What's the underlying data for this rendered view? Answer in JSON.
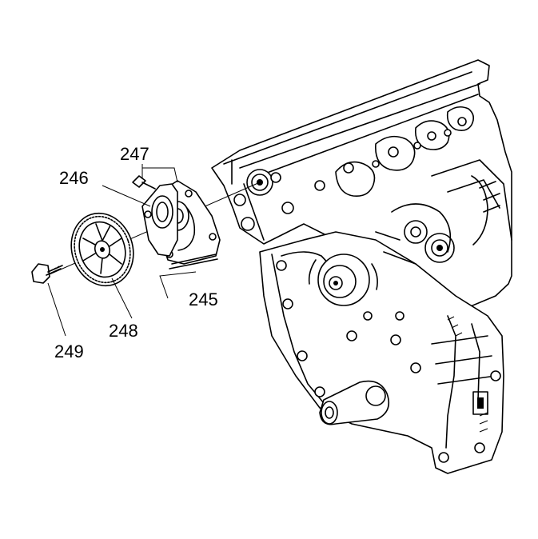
{
  "callouts": {
    "c245": "245",
    "c246": "246",
    "c247": "247",
    "c248": "248",
    "c249": "249"
  },
  "colors": {
    "line": "#000000",
    "background": "#ffffff"
  }
}
